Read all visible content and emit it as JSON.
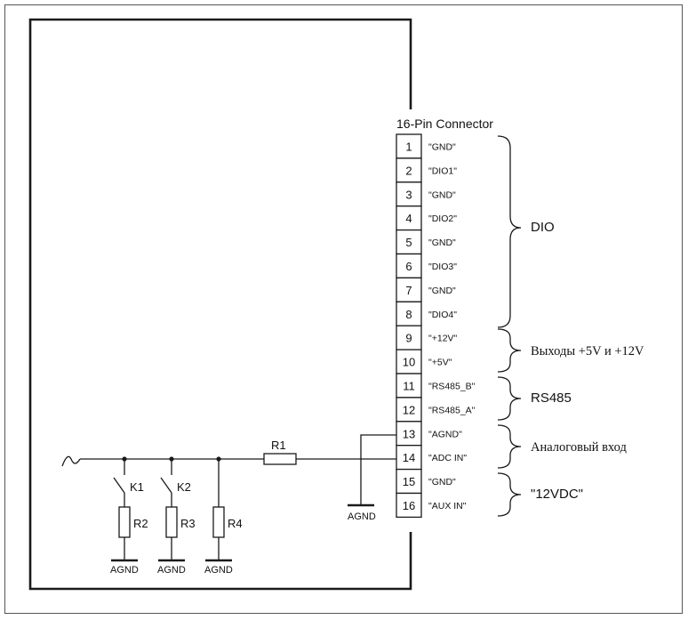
{
  "connector": {
    "title": "16-Pin Connector",
    "pins": [
      {
        "num": "1",
        "signal": "\"GND\""
      },
      {
        "num": "2",
        "signal": "\"DIO1\""
      },
      {
        "num": "3",
        "signal": "\"GND\""
      },
      {
        "num": "4",
        "signal": "\"DIO2\""
      },
      {
        "num": "5",
        "signal": "\"GND\""
      },
      {
        "num": "6",
        "signal": "\"DIO3\""
      },
      {
        "num": "7",
        "signal": "\"GND\""
      },
      {
        "num": "8",
        "signal": "\"DIO4\""
      },
      {
        "num": "9",
        "signal": "\"+12V\""
      },
      {
        "num": "10",
        "signal": "\"+5V\""
      },
      {
        "num": "11",
        "signal": "\"RS485_B\""
      },
      {
        "num": "12",
        "signal": "\"RS485_A\""
      },
      {
        "num": "13",
        "signal": "\"AGND\""
      },
      {
        "num": "14",
        "signal": "\"ADC IN\""
      },
      {
        "num": "15",
        "signal": "\"GND\""
      },
      {
        "num": "16",
        "signal": "\"AUX IN\""
      }
    ]
  },
  "groups": [
    {
      "label": "DIO"
    },
    {
      "label": "Выходы +5V и +12V"
    },
    {
      "label": "RS485"
    },
    {
      "label": "Аналоговый вход"
    },
    {
      "label": "\"12VDC\""
    }
  ],
  "circuit": {
    "r1": "R1",
    "k1": "K1",
    "k2": "K2",
    "r2": "R2",
    "r3": "R3",
    "r4": "R4",
    "agnd": "AGND"
  }
}
